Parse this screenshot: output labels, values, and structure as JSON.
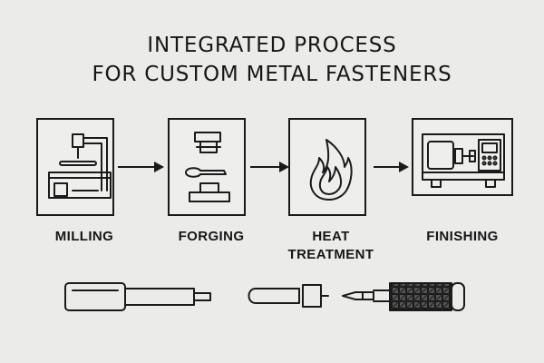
{
  "title": {
    "line1": "INTEGRATED PROCESS",
    "line2": "FOR CUSTOM METAL FASTENERS"
  },
  "steps": [
    {
      "label": "MILLING",
      "icon": "milling-machine-icon"
    },
    {
      "label": "FORGING",
      "icon": "forging-press-icon"
    },
    {
      "label_line1": "HEAT",
      "label_line2": "TREATMENT",
      "icon": "flame-icon"
    },
    {
      "label": "FINISHING",
      "icon": "cnc-lathe-icon"
    }
  ],
  "bottom_parts": [
    "bolt-blank-icon",
    "threaded-fastener-icon"
  ]
}
